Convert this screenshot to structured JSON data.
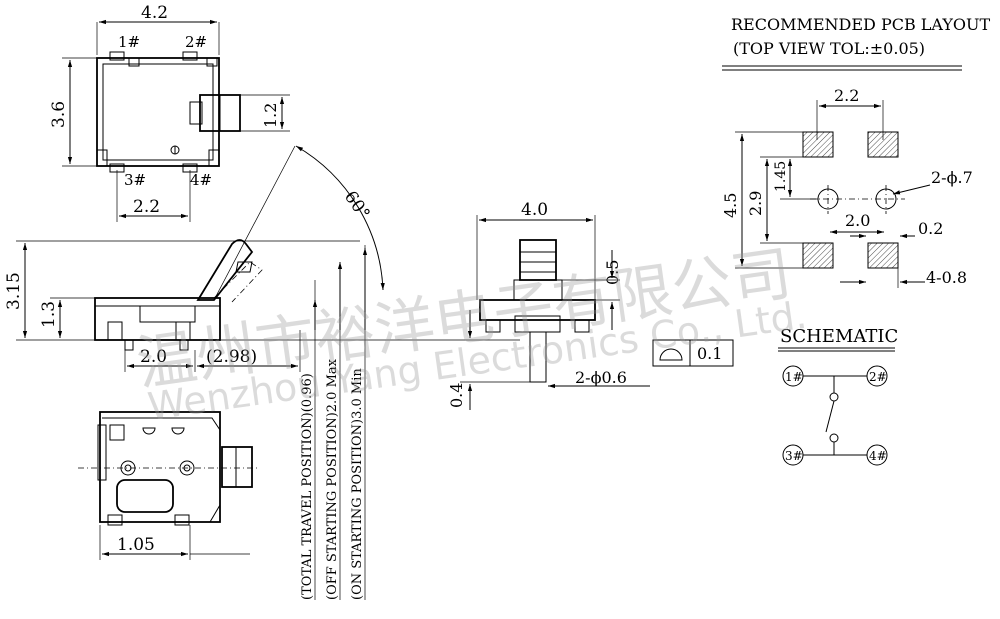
{
  "dimensions": {
    "top_width": "4.2",
    "top_height": "3.6",
    "top_actuator": "1.2",
    "top_bottom_width": "2.2",
    "side_total_height": "3.15",
    "side_body_height": "1.3",
    "side_width_left": "2.0",
    "side_width_right": "(2.98)",
    "side_angle": "60°",
    "bottom_width": "1.05",
    "front_width": "4.0",
    "front_height": "0.5",
    "front_post_height": "0.4",
    "front_post_dia": "2-ϕ0.6",
    "flatness_value": "0.1"
  },
  "pins": {
    "p1": "1#",
    "p2": "2#",
    "p3": "3#",
    "p4": "4#"
  },
  "positions": {
    "total_travel": "(TOTAL TRAVEL POSITION)(0.96)",
    "off_start": "(OFF STARTING POSITION)2.0 Max",
    "on_start": "(ON STARTING POSITION)3.0 Min"
  },
  "pcb": {
    "title": "RECOMMENDED PCB LAYOUT",
    "subtitle": "(TOP VIEW TOL:±0.05)",
    "dim_width": "2.2",
    "dim_height_outer": "4.5",
    "dim_height_mid": "2.9",
    "dim_pad_offset": "1.45",
    "dim_hole_dia": "2-ϕ.7",
    "dim_hole_spacing": "2.0",
    "dim_pad_size": "0.2",
    "dim_pad_count": "4-0.8"
  },
  "schematic": {
    "title": "SCHEMATIC",
    "p1": "1#",
    "p2": "2#",
    "p3": "3#",
    "p4": "4#"
  },
  "watermark": {
    "line1": "温州市裕洋电子有限公司",
    "line2": "Wenzhou Yang Electronics Co., Ltd."
  }
}
